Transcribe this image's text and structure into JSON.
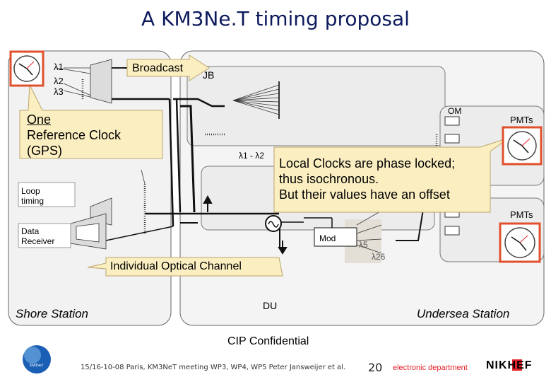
{
  "title": "A KM3Ne.T timing proposal",
  "diagram": {
    "wavelengths": [
      "λ1",
      "λ2",
      "λ3"
    ],
    "broadcast": "Broadcast",
    "jb": "JB",
    "om": "OM",
    "pmts_top": "PMTs",
    "pmts_bottom": "PMTs",
    "lambda_range": "λ1 - λ2",
    "loop_timing": "Loop timing",
    "data_receiver": "Data Receiver",
    "mod": "Mod",
    "lambda_5": "λ5",
    "lambda_26": "λ26",
    "du": "DU",
    "shore_station": "Shore Station",
    "undersea_station": "Undersea Station"
  },
  "callouts": {
    "reference_clock": [
      "One",
      "Reference Clock",
      "(GPS)"
    ],
    "local_clocks": [
      "Local Clocks are phase locked;",
      "thus isochronous.",
      "But their values have an offset"
    ],
    "optical_channel": "Individual Optical Channel"
  },
  "footer": {
    "confidential": "CIP Confidential",
    "meeting": "15/16-10-08 Paris, KM3NeT meeting WP3, WP4, WP5 Peter Jansweijer et al.",
    "page": "20",
    "department": "electronic department",
    "logo_text": "NIKHEF",
    "km3net_logo": "KM3NeT"
  },
  "colors": {
    "title": "#0d1a5c",
    "callout_fill": "#fbefc2",
    "clock_border": "#e0502c",
    "accent": "#e32128"
  }
}
